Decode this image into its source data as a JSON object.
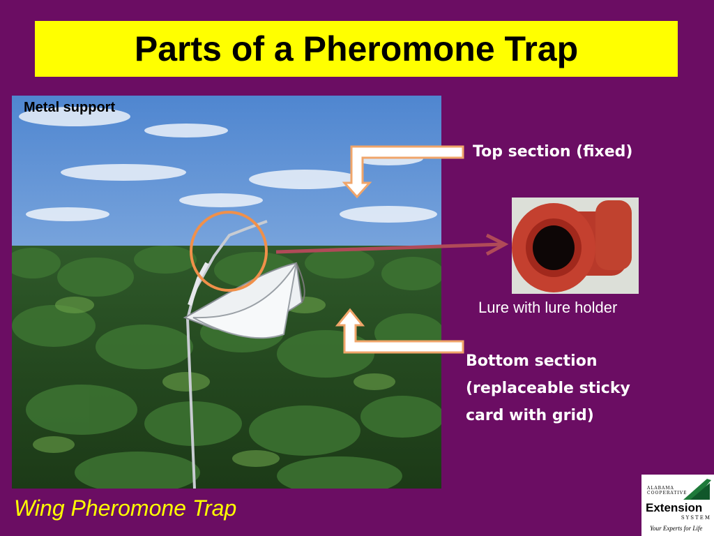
{
  "title": "Parts of a Pheromone Trap",
  "photo": {
    "metal_support_label": "Metal support",
    "caption": "Wing Pheromone Trap"
  },
  "labels": {
    "top_section": "Top section (fixed)",
    "lure": "Lure with lure holder",
    "bottom_section_lines": [
      "Bottom section",
      "(replaceable sticky",
      "card with grid)"
    ]
  },
  "logo": {
    "line1": "ALABAMA",
    "line2": "COOPERATIVE",
    "name": "Extension",
    "system": "SYSTEM",
    "tagline": "Your Experts for Life"
  },
  "colors": {
    "background": "#6b0d63",
    "title_box": "#ffff00",
    "caption": "#ffff00",
    "circle": "#f0904a",
    "pointer_arrow": "#b04a58"
  }
}
